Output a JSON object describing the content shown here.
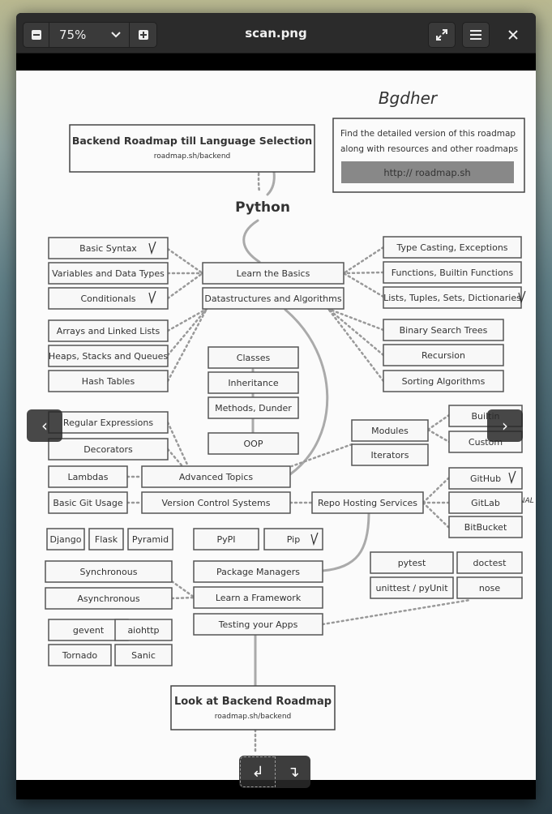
{
  "window": {
    "title": "scan.png"
  },
  "toolbar": {
    "zoom_value": "75%",
    "zoom_out_icon": "zoom-out-icon",
    "zoom_in_icon": "zoom-in-icon",
    "fullscreen_icon": "fullscreen-icon",
    "menu_icon": "hamburger-menu-icon",
    "close_icon": "close-icon"
  },
  "navigation": {
    "prev_glyph": "‹",
    "next_glyph": "›",
    "rotate_left_glyph": "↲",
    "rotate_right_glyph": "↴"
  },
  "roadmap": {
    "header_title": "Backend Roadmap till Language Selection",
    "header_sub": "roadmap.sh/backend",
    "info_line1": "Find the detailed version of this roadmap",
    "info_line2": "along with resources and other roadmaps",
    "info_link": "http:// roadmap.sh",
    "language": "Python",
    "handwritten_top": "Bgdher",
    "handwritten_optional": "OPTIONAL",
    "left_basics": [
      "Basic Syntax",
      "Variables and Data Types",
      "Conditionals"
    ],
    "left_ds": [
      "Arrays and Linked Lists",
      "Heaps, Stacks and Queues",
      "Hash Tables"
    ],
    "center_main": [
      "Learn the Basics",
      "Datastructures and Algorithms"
    ],
    "right_basics": [
      "Type Casting, Exceptions",
      "Functions, Builtin Functions",
      "Lists, Tuples, Sets, Dictionaries"
    ],
    "right_ds": [
      "Binary Search Trees",
      "Recursion",
      "Sorting Algorithms"
    ],
    "oop": [
      "Classes",
      "Inheritance",
      "Methods, Dunder",
      "OOP"
    ],
    "advanced_left": [
      "Regular Expressions",
      "Decorators",
      "Lambdas"
    ],
    "advanced": "Advanced Topics",
    "modules": [
      "Modules",
      "Iterators"
    ],
    "modules_right": [
      "Builtin",
      "Custom"
    ],
    "git_basic": "Basic Git Usage",
    "vcs": "Version Control Systems",
    "repo_hosting": "Repo Hosting Services",
    "hosts": [
      "GitHub",
      "GitLab",
      "BitBucket"
    ],
    "frameworks": [
      "Django",
      "Flask",
      "Pyramid"
    ],
    "sync": "Synchronous",
    "async": "Asynchronous",
    "async_fw": [
      "gevent",
      "aiohttp",
      "Tornado",
      "Sanic"
    ],
    "pkg": [
      "PyPI",
      "Pip"
    ],
    "pkg_managers": "Package Managers",
    "learn_framework": "Learn a Framework",
    "testing": "Testing your Apps",
    "test_tools": [
      "pytest",
      "doctest",
      "unittest / pyUnit",
      "nose"
    ],
    "footer_title": "Look at Backend Roadmap",
    "footer_sub": "roadmap.sh/backend"
  }
}
